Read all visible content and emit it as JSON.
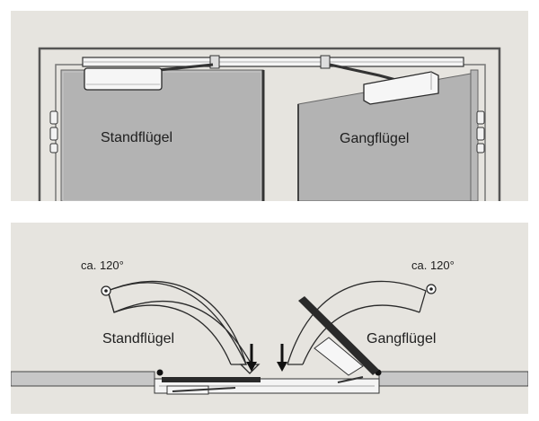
{
  "elevation": {
    "left_leaf_label": "Standflügel",
    "right_leaf_label": "Gangflügel"
  },
  "plan": {
    "left_angle_label": "ca. 120°",
    "right_angle_label": "ca. 120°",
    "left_leaf_label": "Standflügel",
    "right_leaf_label": "Gangflügel"
  },
  "colors": {
    "background": "#e6e4df",
    "door_leaf": "#b0b0b0",
    "frame": "#555555",
    "closer_body": "#f6f6f6",
    "arrow_fill": "#ffffff",
    "outline": "#2a2a2a"
  }
}
